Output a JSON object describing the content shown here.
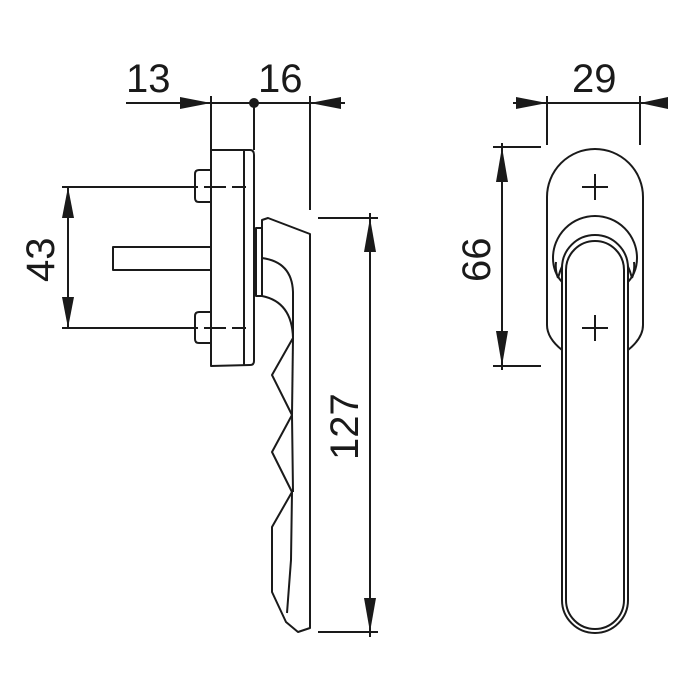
{
  "dimensions": {
    "side_offset_left": "13",
    "side_offset_right": "16",
    "bolt_spacing": "43",
    "handle_length": "127",
    "rosette_width": "29",
    "rosette_hole_spacing": "66"
  },
  "colors": {
    "line": "#1a1a1a",
    "background": "#ffffff"
  }
}
